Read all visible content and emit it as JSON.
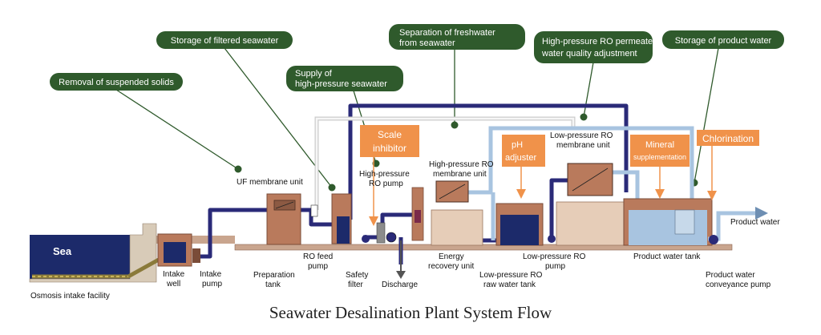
{
  "bubbles": {
    "removal": "Removal of suspended solids",
    "storage_filtered": "Storage of filtered seawater",
    "supply_line1": "Supply of",
    "supply_line2": "high-pressure seawater",
    "separation_line1": "Separation of freshwater",
    "separation_line2": "from seawater",
    "hp_adjust_line1": "High-pressure RO permeate",
    "hp_adjust_line2": "water quality adjustment",
    "storage_product": "Storage of product water"
  },
  "process_boxes": {
    "scale_line1": "Scale",
    "scale_line2": "inhibitor",
    "ph_line1": "pH",
    "ph_line2": "adjuster",
    "mineral_line1": "Mineral",
    "mineral_line2": "supplementation",
    "chlorination": "Chlorination"
  },
  "labels": {
    "sea": "Sea",
    "osmosis_intake": "Osmosis intake facility",
    "intake_well_1": "Intake",
    "intake_well_2": "well",
    "intake_pump_1": "Intake",
    "intake_pump_2": "pump",
    "uf_unit": "UF membrane unit",
    "prep_tank_1": "Preparation",
    "prep_tank_2": "tank",
    "ro_feed_1": "RO feed",
    "ro_feed_2": "pump",
    "safety_filter_1": "Safety",
    "safety_filter_2": "filter",
    "hp_ro_pump_1": "High-pressure",
    "hp_ro_pump_2": "RO pump",
    "discharge": "Discharge",
    "hp_ro_unit_1": "High-pressure RO",
    "hp_ro_unit_2": "membrane unit",
    "energy_1": "Energy",
    "energy_2": "recovery unit",
    "lp_raw_1": "Low-pressure RO",
    "lp_raw_2": "raw water tank",
    "lp_pump_1": "Low-pressure RO",
    "lp_pump_2": "pump",
    "lp_unit_1": "Low-pressure RO",
    "lp_unit_2": "membrane unit",
    "product_tank": "Product water tank",
    "product_water": "Product water",
    "conveyance_1": "Product water",
    "conveyance_2": "conveyance pump"
  },
  "caption": "Seawater Desalination Plant System Flow",
  "colors": {
    "bubble_green": "#2f5a2c",
    "pipe_navy": "#2a2a78",
    "pipe_light": "#a8c4e0",
    "tank_brown": "#b97a5c",
    "process_orange": "#f0924a",
    "sea_navy": "#1c2a6a"
  }
}
